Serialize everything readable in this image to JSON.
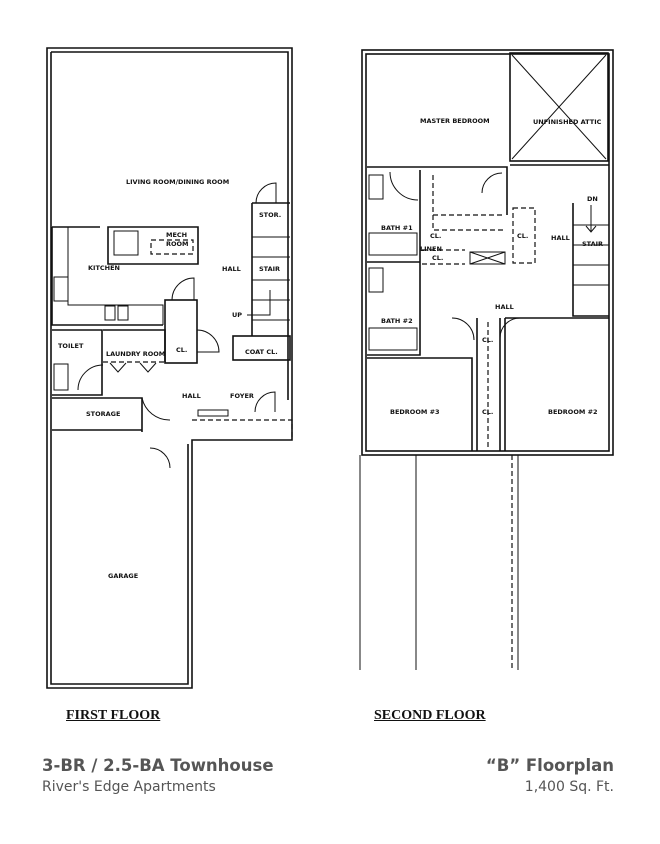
{
  "first_floor": {
    "heading": "FIRST FLOOR",
    "rooms": {
      "living": "LIVING ROOM/DINING ROOM",
      "kitchen": "KITCHEN",
      "mech": "MECH",
      "mech2": "ROOM",
      "hall_upper": "HALL",
      "stor": "STOR.",
      "stair": "STAIR",
      "up": "UP",
      "cl": "CL.",
      "coat": "COAT CL.",
      "toilet": "TOILET",
      "laundry": "LAUNDRY ROOM",
      "hall_lower": "HALL",
      "foyer": "FOYER",
      "storage": "STORAGE",
      "garage": "GARAGE"
    }
  },
  "second_floor": {
    "heading": "SECOND FLOOR",
    "rooms": {
      "master": "MASTER BEDROOM",
      "attic": "UNFINISHED ATTIC",
      "bath1": "BATH #1",
      "bath2": "BATH #2",
      "cl_a": "CL.",
      "linen": "LINEN",
      "linen_cl": "CL.",
      "cl_b": "CL.",
      "hall_right": "HALL",
      "dn": "DN",
      "stair": "STAIR",
      "hall_center": "HALL",
      "cl_c": "CL.",
      "cl_d": "CL.",
      "bedroom3": "BEDROOM #3",
      "bedroom2": "BEDROOM #2"
    }
  },
  "footer": {
    "unit_type": "3-BR / 2.5-BA Townhouse",
    "property": "River's Edge Apartments",
    "plan_name": "“B” Floorplan",
    "area": "1,400 Sq. Ft."
  }
}
